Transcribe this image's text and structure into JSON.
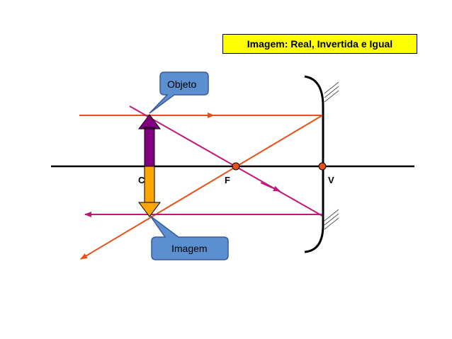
{
  "title": "Imagem: Real, Invertida e Igual",
  "labels": {
    "c": "C",
    "f": "F",
    "v": "V"
  },
  "callouts": {
    "object": "Objeto",
    "image": "Imagem"
  },
  "colors": {
    "ray_orange": "#e8501a",
    "ray_magenta": "#c0187a",
    "object_arrow": "#800080",
    "image_arrow": "#ffa500",
    "callout_fill": "#5b8fd0",
    "title_bg": "#ffff00",
    "point": "#e8501a"
  }
}
